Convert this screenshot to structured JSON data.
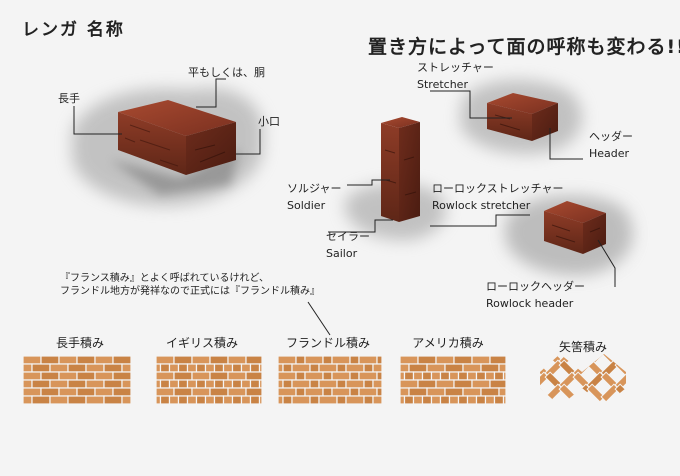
{
  "title": "レンガ 名称",
  "headline": "置き方によって面の呼称も変わる!!",
  "labels": {
    "hira_dou": "平もしくは、胴",
    "nagate": "長手",
    "koguchi": "小口",
    "stretcher_ja": "ストレッチャー",
    "stretcher_en": "Stretcher",
    "header_ja": "ヘッダー",
    "header_en": "Header",
    "soldier_ja": "ソルジャー",
    "soldier_en": "Soldier",
    "sailor_ja": "セイラー",
    "sailor_en": "Sailor",
    "rowlock_stretcher_ja": "ローロックストレッチャー",
    "rowlock_stretcher_en": "Rowlock stretcher",
    "rowlock_header_ja": "ローロックヘッダー",
    "rowlock_header_en": "Rowlock header"
  },
  "note": {
    "line1": "『フランス積み』とよく呼ばれているけれど、",
    "line2": "フランドル地方が発祥なので正式には『フランドル積み』"
  },
  "patterns": [
    {
      "name": "長手積み"
    },
    {
      "name": "イギリス積み"
    },
    {
      "name": "フランドル積み"
    },
    {
      "name": "アメリカ積み"
    },
    {
      "name": "矢筈積み"
    }
  ],
  "colors": {
    "brick_light": "#d8955a",
    "brick_mid": "#c98345",
    "brick_dark": "#8a3c25",
    "brick_shadow": "#5a2418",
    "ink": "#222222"
  }
}
